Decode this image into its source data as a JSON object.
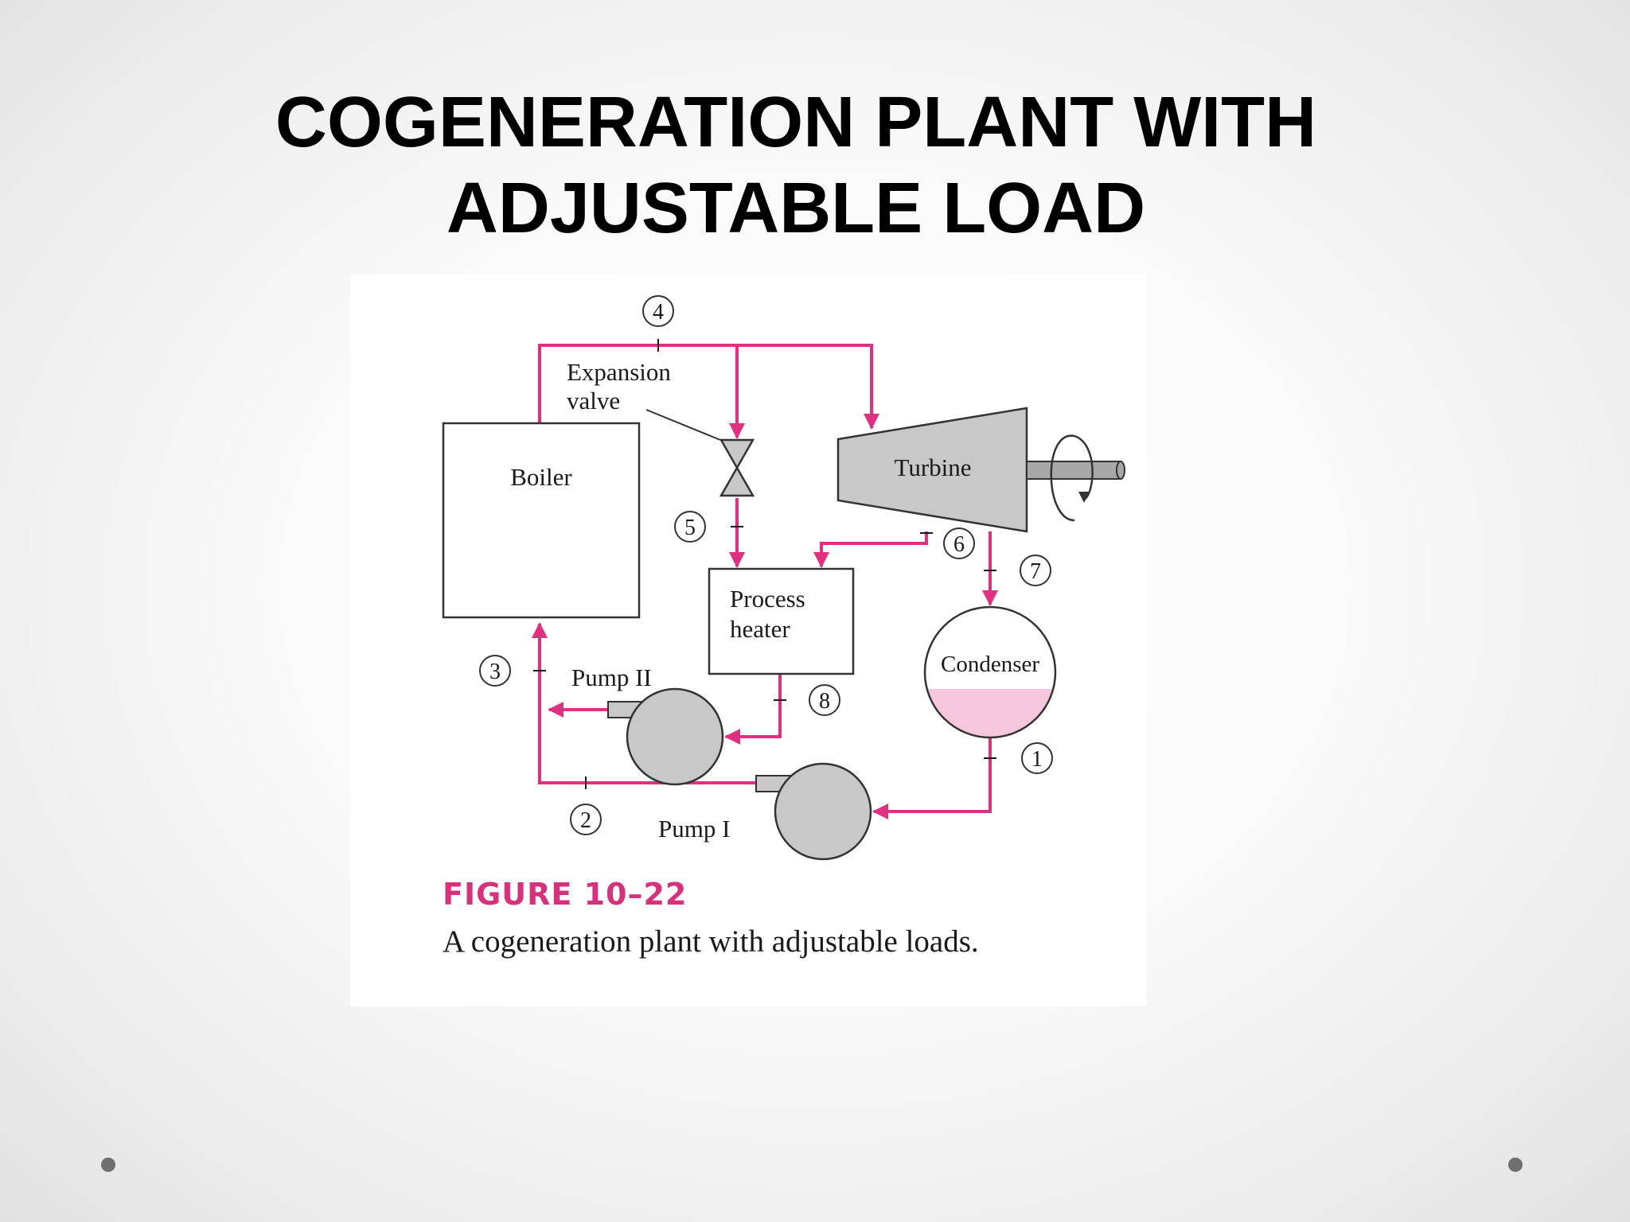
{
  "title": {
    "line1": "COGENERATION PLANT WITH",
    "line2": "ADJUSTABLE LOAD"
  },
  "diagram": {
    "components": {
      "boiler": "Boiler",
      "expansion_valve_line1": "Expansion",
      "expansion_valve_line2": "valve",
      "turbine": "Turbine",
      "process_heater_line1": "Process",
      "process_heater_line2": "heater",
      "condenser": "Condenser",
      "pump_1": "Pump I",
      "pump_2": "Pump II"
    },
    "states": [
      "1",
      "2",
      "3",
      "4",
      "5",
      "6",
      "7",
      "8"
    ],
    "colors": {
      "flow_line": "#e0307f",
      "equipment_fill": "#c8c8c8",
      "condensate": "#f6c6dc"
    }
  },
  "caption": {
    "label": "FIGURE 10–22",
    "text": "A cogeneration plant with adjustable loads."
  }
}
